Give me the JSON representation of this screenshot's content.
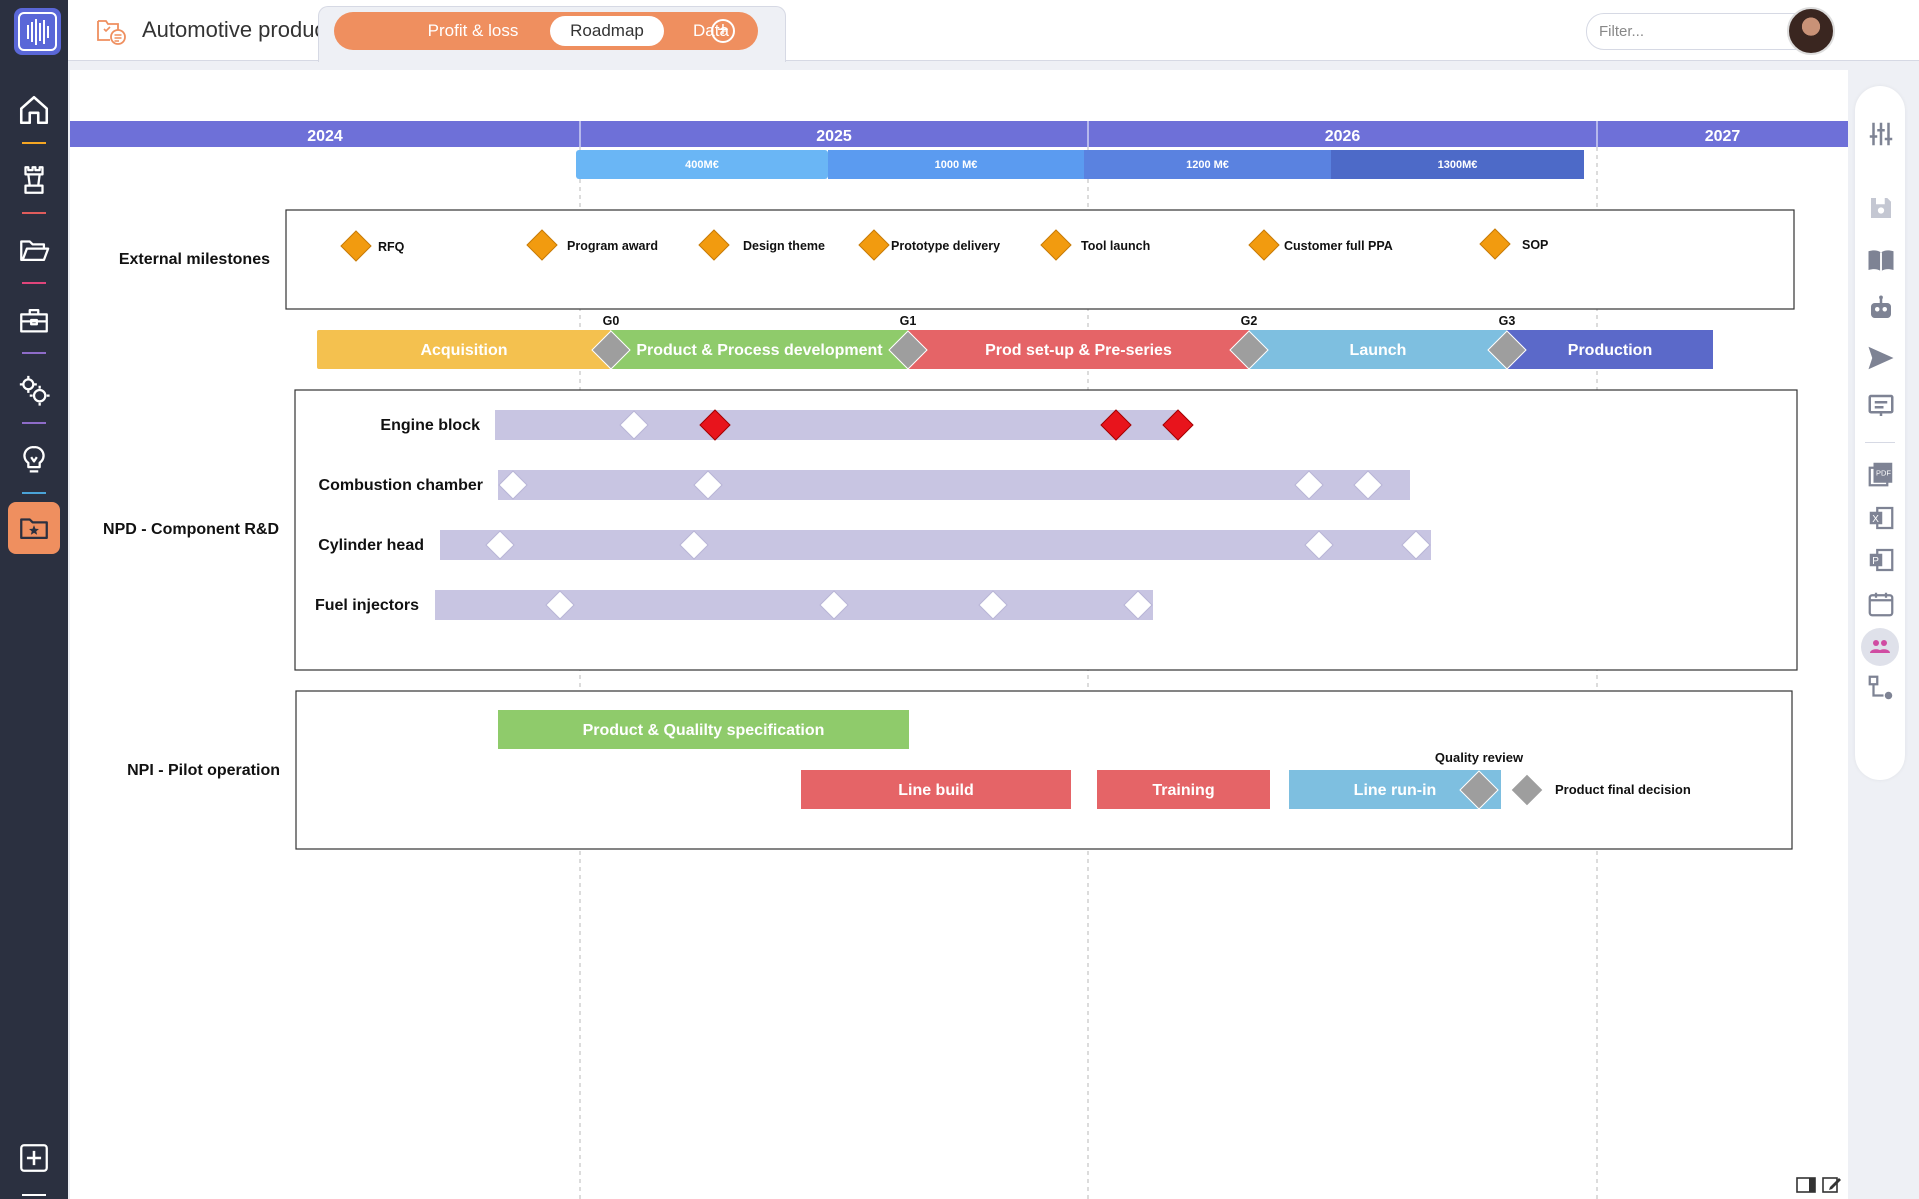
{
  "app": {
    "document_title": "Automotive product",
    "tabs": [
      {
        "label": "Profit & loss",
        "active": false
      },
      {
        "label": "Roadmap",
        "active": true
      },
      {
        "label": "Data",
        "active": false
      }
    ],
    "filter_placeholder": "Filter...",
    "accent_color": "#ef8f5f",
    "sidebar_items": [
      {
        "icon": "home-icon",
        "underline": "#f5a623"
      },
      {
        "icon": "chess-rook-icon",
        "underline": "#e05c5c"
      },
      {
        "icon": "folder-open-icon",
        "underline": "#e0457b"
      },
      {
        "icon": "briefcase-icon",
        "underline": "#8e6cc9"
      },
      {
        "icon": "gears-icon",
        "underline": "#8e6cc9"
      },
      {
        "icon": "lightbulb-icon",
        "underline": "#4aa3d8"
      },
      {
        "icon": "folder-star-icon",
        "underline": "",
        "active": true
      }
    ],
    "toolpanel_items": [
      "sliders-icon",
      "save-icon",
      "book-icon",
      "robot-icon",
      "send-icon",
      "presentation-icon",
      "pdf-export-icon",
      "excel-export-icon",
      "powerpoint-export-icon",
      "calendar-export-icon",
      "users-icon",
      "workflow-settings-icon"
    ]
  },
  "roadmap": {
    "years": [
      "2024",
      "2025",
      "2026",
      "2027"
    ],
    "budgets": [
      {
        "label": "400M€",
        "color": "#6ab6f5"
      },
      {
        "label": "1000 M€",
        "color": "#5b9bf0"
      },
      {
        "label": "1200 M€",
        "color": "#5a82e0"
      },
      {
        "label": "1300M€",
        "color": "#4d6ac8"
      }
    ],
    "external_milestones": {
      "title": "External milestones",
      "items": [
        "RFQ",
        "Program award",
        "Design theme",
        "Prototype delivery",
        "Tool launch",
        "Customer full PPA",
        "SOP"
      ],
      "color": "#f29b0f"
    },
    "phases": [
      {
        "label": "Acquisition",
        "color": "#f4c14f"
      },
      {
        "label": "Product & Process development",
        "color": "#8fcb6b"
      },
      {
        "label": "Prod set-up & Pre-series",
        "color": "#e56467"
      },
      {
        "label": "Launch",
        "color": "#7ebfe0"
      },
      {
        "label": "Production",
        "color": "#5b69c9"
      }
    ],
    "gates": [
      "G0",
      "G1",
      "G2",
      "G3"
    ],
    "npd": {
      "title": "NPD - Component R&D",
      "bar_color": "#c8c5e2",
      "rows": [
        {
          "label": "Engine block"
        },
        {
          "label": "Combustion chamber"
        },
        {
          "label": "Cylinder head"
        },
        {
          "label": "Fuel injectors"
        }
      ]
    },
    "npi": {
      "title": "NPI - Pilot operation",
      "bars": [
        {
          "label": "Product & Qualilty specification",
          "color": "#8fcb6b"
        },
        {
          "label": "Line build",
          "color": "#e56467"
        },
        {
          "label": "Training",
          "color": "#e56467"
        },
        {
          "label": "Line run-in",
          "color": "#7ebfe0"
        }
      ],
      "milestones": [
        "Quality review",
        "Product final decision"
      ]
    }
  }
}
